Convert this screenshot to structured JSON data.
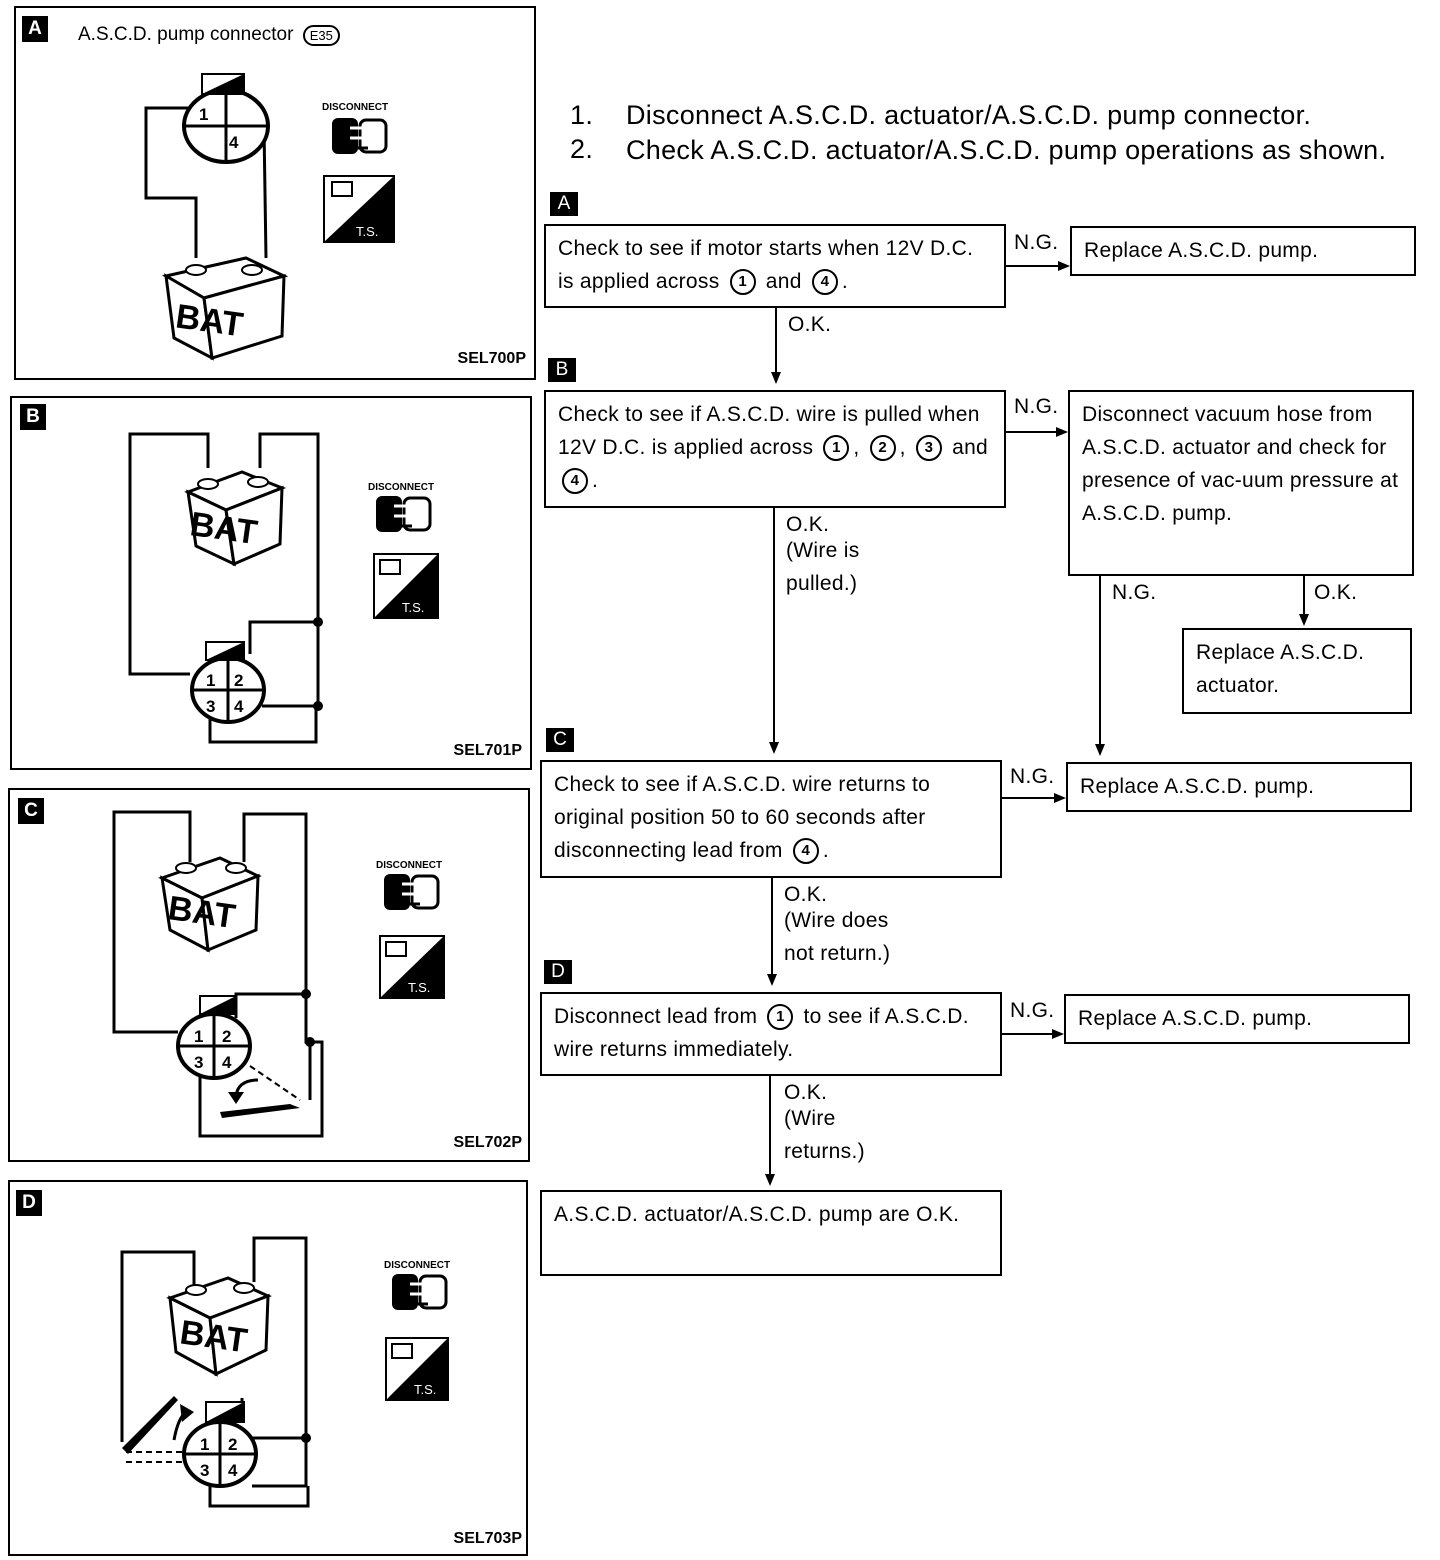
{
  "panels": [
    {
      "tag": "A",
      "title": "A.S.C.D. pump connector",
      "title_badge": "E35",
      "ref": "SEL700P",
      "pins": [
        "1",
        "4"
      ],
      "battery": "BAT",
      "disconnect": "DISCONNECT",
      "ts": "T.S."
    },
    {
      "tag": "B",
      "ref": "SEL701P",
      "pins": [
        "1",
        "2",
        "3",
        "4"
      ],
      "battery": "BAT",
      "disconnect": "DISCONNECT",
      "ts": "T.S."
    },
    {
      "tag": "C",
      "ref": "SEL702P",
      "pins": [
        "1",
        "2",
        "3",
        "4"
      ],
      "battery": "BAT",
      "disconnect": "DISCONNECT",
      "ts": "T.S."
    },
    {
      "tag": "D",
      "ref": "SEL703P",
      "pins": [
        "1",
        "2",
        "3",
        "4"
      ],
      "battery": "BAT",
      "disconnect": "DISCONNECT",
      "ts": "T.S."
    }
  ],
  "steps": [
    {
      "num": "1.",
      "text": "Disconnect A.S.C.D. actuator/A.S.C.D. pump connector."
    },
    {
      "num": "2.",
      "text": "Check A.S.C.D. actuator/A.S.C.D. pump operations as shown."
    }
  ],
  "flow": {
    "tags": [
      "A",
      "B",
      "C",
      "D"
    ],
    "check_a": {
      "pre": "Check to see if motor starts when 12V D.C. is applied across",
      "p1": "1",
      "mid": "and",
      "p2": "4",
      "post": "."
    },
    "check_b": {
      "pre": "Check to see if A.S.C.D. wire is pulled when 12V D.C. is applied across",
      "p1": "1",
      "p2": "2",
      "p3": "3",
      "mid": "and",
      "p4": "4",
      "post": "."
    },
    "check_c": {
      "pre": "Check to see if A.S.C.D. wire returns to original position 50 to 60 seconds after disconnecting lead from",
      "p1": "4",
      "post": "."
    },
    "check_d": {
      "pre": "Disconnect lead from",
      "p1": "1",
      "post": "to see if A.S.C.D. wire returns immediately."
    },
    "vacuum_check": "Disconnect vacuum hose from A.S.C.D. actuator and check for presence of vac-uum pressure at A.S.C.D. pump.",
    "replace_pump_a": "Replace A.S.C.D. pump.",
    "replace_pump_c": "Replace A.S.C.D. pump.",
    "replace_pump_d": "Replace A.S.C.D. pump.",
    "replace_actuator": "Replace A.S.C.D. actuator.",
    "final_ok": "A.S.C.D. actuator/A.S.C.D. pump are O.K.",
    "ng": "N.G.",
    "ok": "O.K.",
    "ok_b": "(Wire is pulled.)",
    "ok_c": "(Wire does not return.)",
    "ok_d": "(Wire returns.)"
  }
}
